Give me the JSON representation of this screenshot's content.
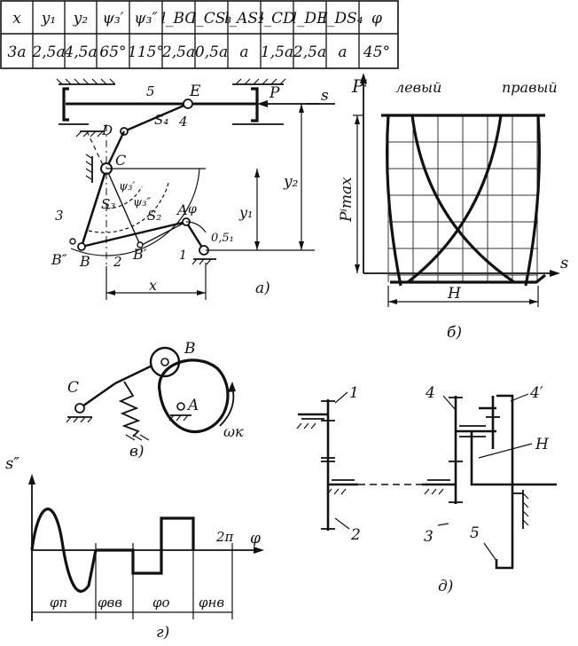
{
  "table": {
    "headers": [
      "x",
      "y₁",
      "y₂",
      "ψ₃′",
      "ψ₃″",
      "l_BC",
      "l_CS₃",
      "l_AS₂",
      "l_CD",
      "l_DE",
      "l_DS₄",
      "φ"
    ],
    "values": [
      "3a",
      "2,5a",
      "4,5a",
      "65°",
      "115°",
      "2,5a",
      "0,5a",
      "a",
      "1,5a",
      "2,5a",
      "a",
      "45°"
    ]
  },
  "mechanism": {
    "points": [
      "E",
      "D",
      "C",
      "S₃",
      "S₂",
      "A",
      "B″",
      "B",
      "B′",
      "S₄"
    ],
    "links": [
      "5",
      "4",
      "3",
      "2",
      "1"
    ],
    "force": "P̄",
    "axis": "s",
    "dims": [
      "y₂",
      "y₁",
      "x",
      "0,5₁"
    ],
    "angles": [
      "ψ₃′",
      "ψ₃″",
      "φ"
    ],
    "caption": "а)"
  },
  "force_chart": {
    "ylabel": "Pⁱ",
    "left_label": "левый",
    "right_label": "правый",
    "pmax_label": "Pⁱmax",
    "xlabel": "s",
    "stroke_label": "H",
    "caption": "б)"
  },
  "cam": {
    "points": [
      "C",
      "B",
      "A"
    ],
    "omega": "ωк",
    "caption": "в)"
  },
  "acceleration_chart": {
    "ylabel": "s″",
    "xlabel": "φ",
    "period": "2π",
    "phases": [
      "φп",
      "φвв",
      "φо",
      "φнв"
    ],
    "caption": "г)"
  },
  "gear": {
    "labels": [
      "1",
      "2",
      "3",
      "4",
      "4′",
      "H",
      "5"
    ],
    "caption": "д)"
  }
}
